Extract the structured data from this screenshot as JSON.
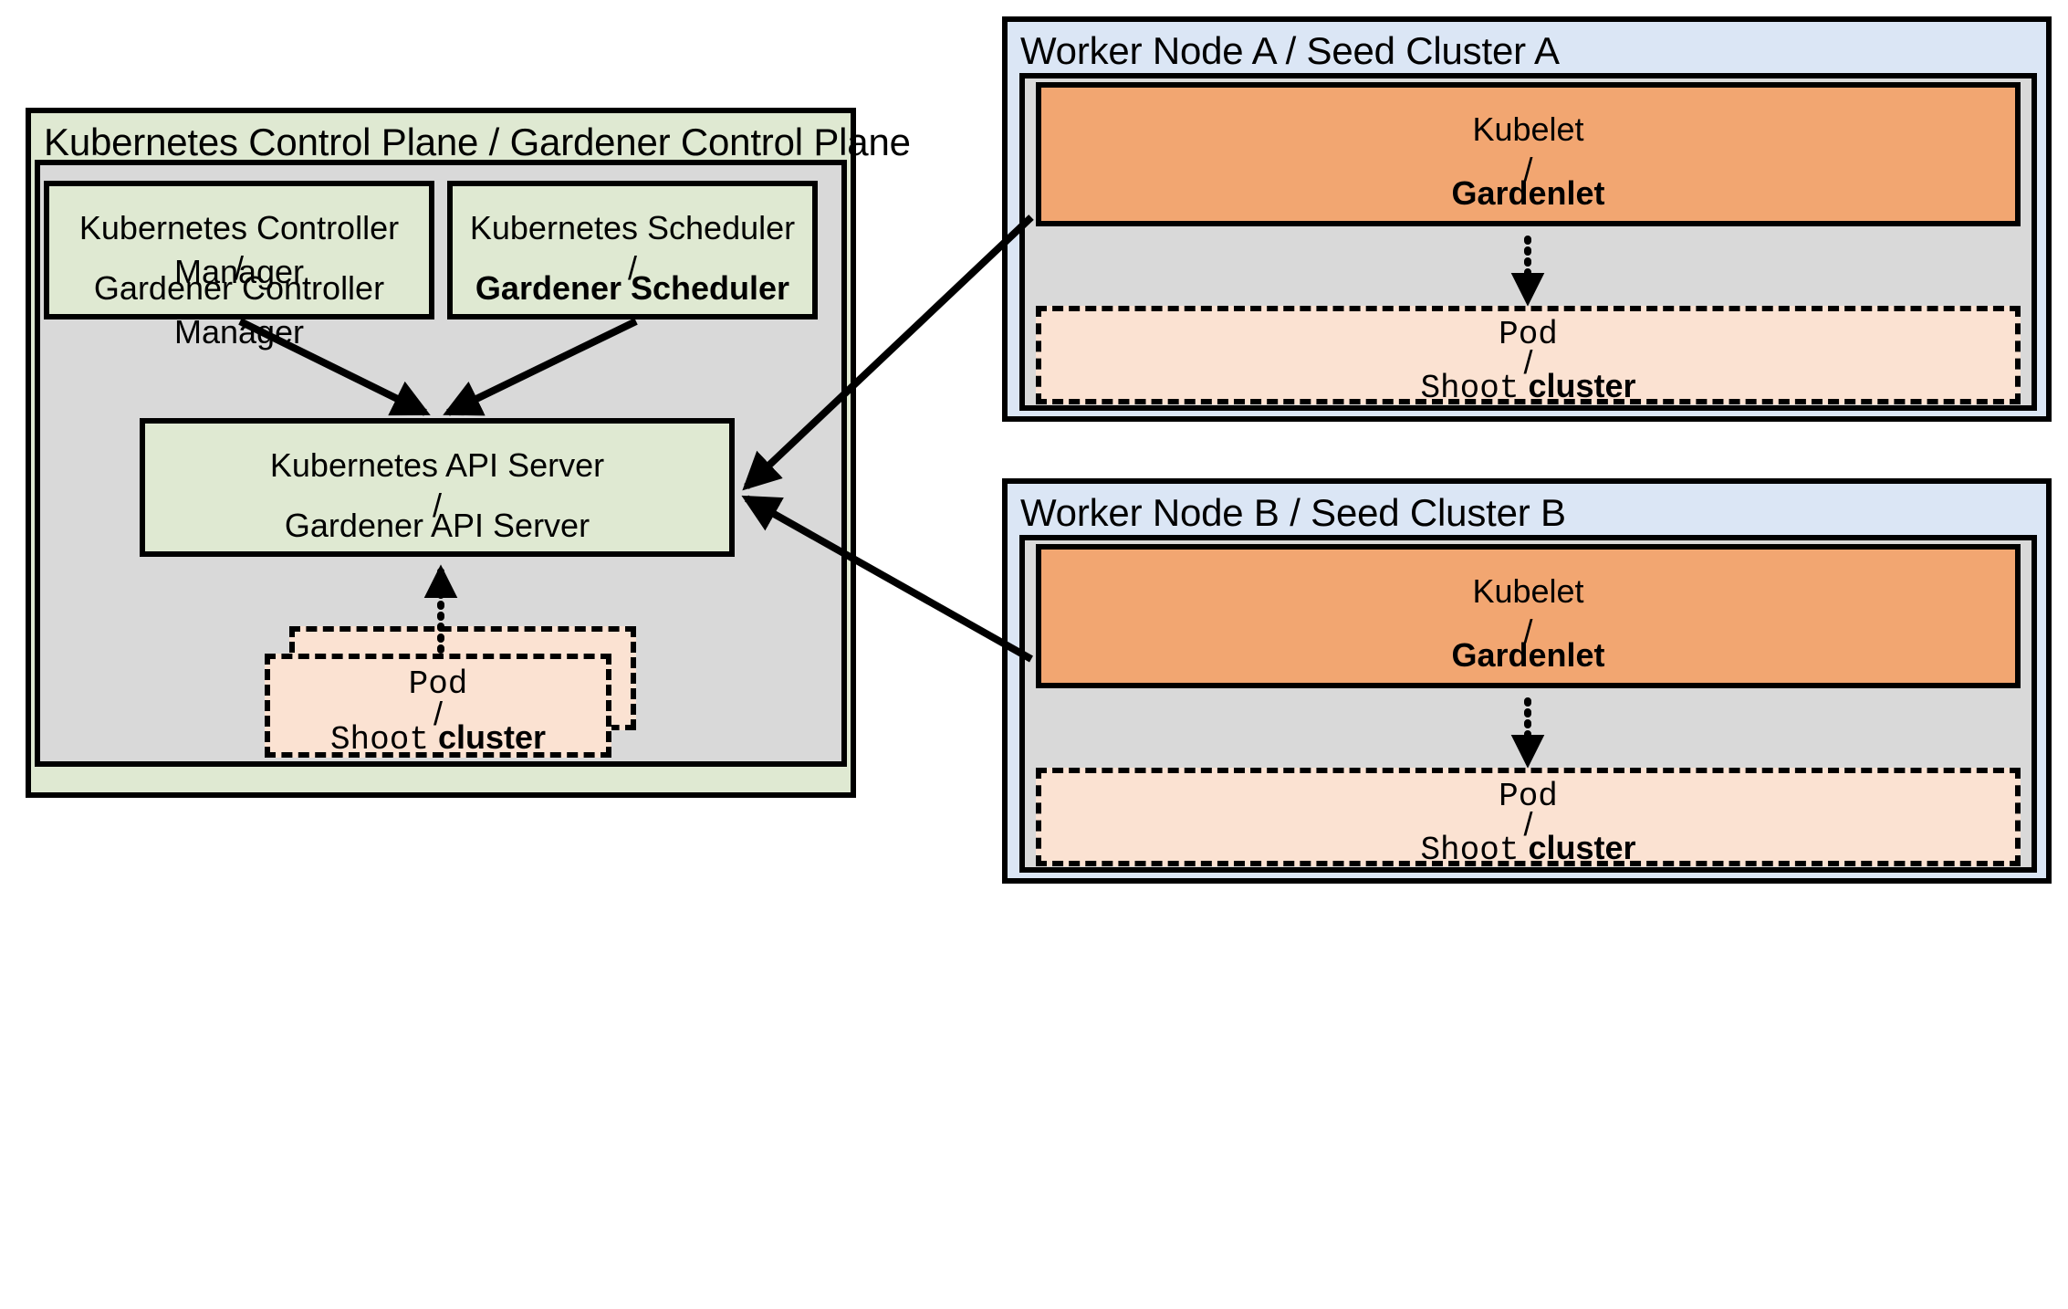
{
  "diagram": {
    "title_not_rendered": "",
    "colors": {
      "green_panel": "#dfe9d2",
      "grey_panel": "#d9d9d9",
      "blue_panel": "#dbe6f5",
      "orange_box": "#f2a671",
      "pod_box": "#fbe2d2",
      "stroke": "#000000"
    }
  },
  "control_plane": {
    "label": "Kubernetes Control Plane / Gardener Control Plane",
    "controller_manager": {
      "line1": "Kubernetes Controller Manager",
      "separator": "/",
      "line2": "Gardener Controller Manager"
    },
    "scheduler": {
      "line1": "Kubernetes Scheduler",
      "separator": "/",
      "line2": "Gardener Scheduler"
    },
    "api_server": {
      "line1": "Kubernetes API Server",
      "separator": "/",
      "line2": "Gardener API Server"
    },
    "pod": {
      "line1": "Pod",
      "separator": "/",
      "line2_mono": "Shoot",
      "line2_bold": "cluster"
    }
  },
  "worker_nodes": [
    {
      "label": "Worker Node A / Seed Cluster A",
      "kubelet": {
        "line1": "Kubelet",
        "separator": "/",
        "line2": "Gardenlet"
      },
      "pod": {
        "line1": "Pod",
        "separator": "/",
        "line2_mono": "Shoot",
        "line2_bold": "cluster"
      }
    },
    {
      "label": "Worker Node B / Seed Cluster B",
      "kubelet": {
        "line1": "Kubelet",
        "separator": "/",
        "line2": "Gardenlet"
      },
      "pod": {
        "line1": "Pod",
        "separator": "/",
        "line2_mono": "Shoot",
        "line2_bold": "cluster"
      }
    }
  ],
  "connections": [
    {
      "name": "controller-manager-to-api-server",
      "style": "solid-arrow"
    },
    {
      "name": "scheduler-to-api-server",
      "style": "solid-arrow"
    },
    {
      "name": "control-plane-pod-to-api-server",
      "style": "dotted-arrow"
    },
    {
      "name": "gardenlet-a-to-api-server",
      "style": "solid-arrow"
    },
    {
      "name": "gardenlet-b-to-api-server",
      "style": "solid-arrow"
    },
    {
      "name": "gardenlet-a-to-pod-a",
      "style": "dotted-arrow"
    },
    {
      "name": "gardenlet-b-to-pod-b",
      "style": "dotted-arrow"
    }
  ]
}
